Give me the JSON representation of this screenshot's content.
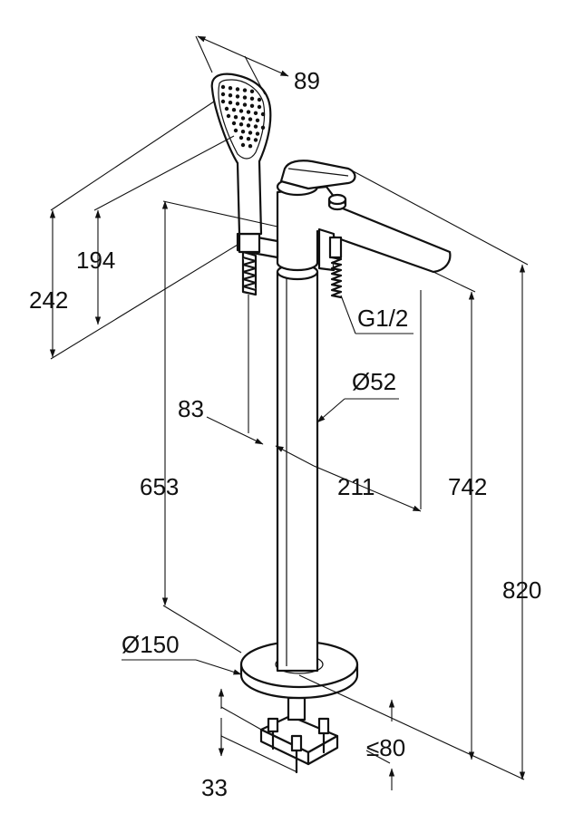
{
  "diagram": {
    "dimensions": {
      "shower_head_width": "89",
      "holder_height_total": "242",
      "holder_height_upper": "194",
      "column_height": "653",
      "spout_inlet_offset": "83",
      "spout_reach": "211",
      "column_diameter": "Ø52",
      "connection_thread": "G1/2",
      "spout_height": "742",
      "overall_height": "820",
      "base_diameter": "Ø150",
      "floor_depth_max": "≤80",
      "mounting_depth": "33"
    },
    "colors": {
      "line": "#111111",
      "fill": "#ffffff"
    }
  }
}
